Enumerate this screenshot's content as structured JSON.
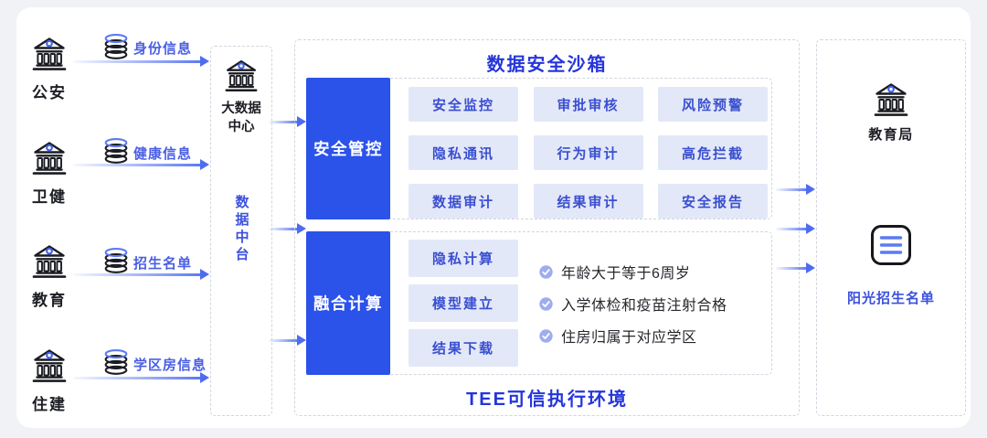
{
  "colors": {
    "canvas_bg": "#f1f2f5",
    "card_bg": "#ffffff",
    "accent_blue": "#2b52e9",
    "title_blue": "#2535dc",
    "cell_bg": "#e3e8f8",
    "cell_text": "#3a4fd0",
    "label_blue": "#4a5fe4",
    "text_dark": "#1d1e25",
    "dash_gray": "#d0d5df",
    "arrow_blue": "#4e6cf0",
    "check_fill": "#9fadee"
  },
  "sources": [
    {
      "name": "公安",
      "data_label": "身份信息"
    },
    {
      "name": "卫健",
      "data_label": "健康信息"
    },
    {
      "name": "教育",
      "data_label": "招生名单"
    },
    {
      "name": "住建",
      "data_label": "学区房信息"
    }
  ],
  "hub": {
    "name": "大数据中心",
    "platform_label": "数据中台"
  },
  "sandbox": {
    "title": "数据安全沙箱",
    "footer": "TEE可信执行环境",
    "security": {
      "label": "安全管控",
      "cells": [
        "安全监控",
        "审批审核",
        "风险预警",
        "隐私通讯",
        "行为审计",
        "高危拦截",
        "数据审计",
        "结果审计",
        "安全报告"
      ]
    },
    "compute": {
      "label": "融合计算",
      "cells": [
        "隐私计算",
        "模型建立",
        "结果下载"
      ],
      "rules": [
        "年龄大于等于6周岁",
        "入学体检和疫苗注射合格",
        "住房归属于对应学区"
      ]
    }
  },
  "destination": {
    "name": "教育局",
    "output_label": "阳光招生名单"
  }
}
